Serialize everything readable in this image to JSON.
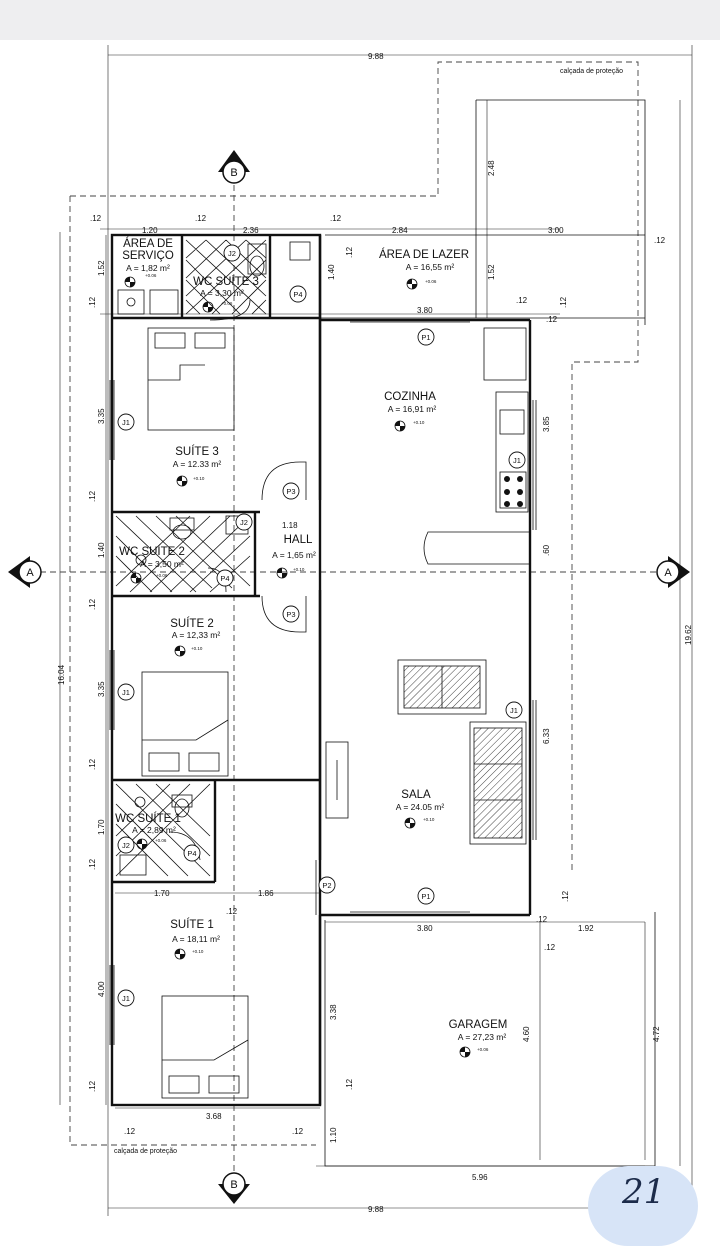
{
  "rooms": [
    {
      "name": "ÁREA DE\nSERVIÇO",
      "area": "A = 1,82 m²",
      "level": "+0.06"
    },
    {
      "name": "WC SUÍTE 3",
      "area": "A = 3,30 m²",
      "level": "+0.06"
    },
    {
      "name": "ÁREA DE LAZER",
      "area": "A = 16,55 m²",
      "level": "+0.06"
    },
    {
      "name": "SUÍTE 3",
      "area": "A = 12.33 m²",
      "level": "+0.10"
    },
    {
      "name": "COZINHA",
      "area": "A = 16,91 m²",
      "level": "+0.10"
    },
    {
      "name": "WC SUÍTE 2",
      "area": "A = 3,50 m²",
      "level": "+0.06"
    },
    {
      "name": "HALL",
      "area": "A = 1,65 m²",
      "level": "+0.10"
    },
    {
      "name": "SUÍTE 2",
      "area": "A = 12,33 m²",
      "level": "+0.10"
    },
    {
      "name": "SALA",
      "area": "A = 24.05 m²",
      "level": "+0.10"
    },
    {
      "name": "WC SUÍTE 1",
      "area": "A = 2,89 m²",
      "level": "+0.06"
    },
    {
      "name": "SUÍTE 1",
      "area": "A = 18,11 m²",
      "level": "+0.10"
    },
    {
      "name": "GARAGEM",
      "area": "A = 27,23 m²",
      "level": "+0.06"
    }
  ],
  "dimensions": [
    "9.88",
    "9.88",
    ".12",
    "1.20",
    ".12",
    "2.36",
    ".12",
    "2.84",
    "3.00",
    ".12",
    "2.48",
    "1.52",
    "1.40",
    ".12",
    ".12",
    ".12",
    "1.52",
    "3.80",
    ".12",
    ".12",
    "3.35",
    ".12",
    "1.18",
    "1.40",
    ".12",
    "3.35",
    ".12",
    "1.70",
    ".12",
    "1.70",
    "1.86",
    ".12",
    "4.00",
    ".12",
    "3.85",
    ".60",
    "6.33",
    ".12",
    "3.80",
    ".12",
    "1.92",
    ".12",
    "3.38",
    "4.60",
    "4.72",
    ".12",
    "3.68",
    ".12",
    ".12",
    "1.10",
    "5.96",
    "16.04",
    "19.62"
  ],
  "tags": [
    "J2",
    "J2",
    "J2",
    "J1",
    "J1",
    "J1",
    "J1",
    "J1",
    "P1",
    "P1",
    "P2",
    "P3",
    "P3",
    "P4",
    "P4",
    "P4"
  ],
  "section_markers": [
    "A",
    "A",
    "B",
    "B"
  ],
  "notes": [
    "calçada de proteção",
    "calçada de proteção"
  ],
  "page_number": "21"
}
